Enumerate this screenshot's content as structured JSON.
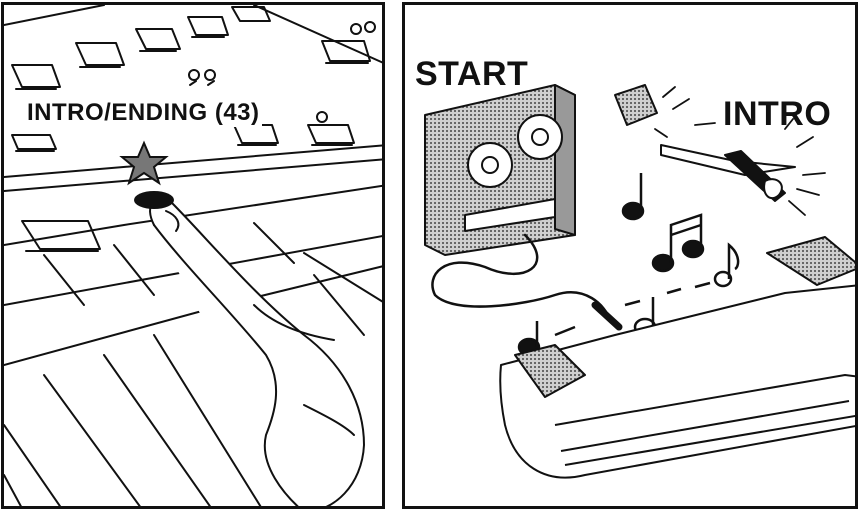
{
  "panels": {
    "left": {
      "button_label": "INTRO/ENDING (43)"
    },
    "right": {
      "start_label": "START",
      "intro_label": "INTRO"
    }
  },
  "icons": [
    "star-icon",
    "finger-icon",
    "tape-recorder-icon",
    "music-notes-icon",
    "tuning-fork-icon"
  ]
}
